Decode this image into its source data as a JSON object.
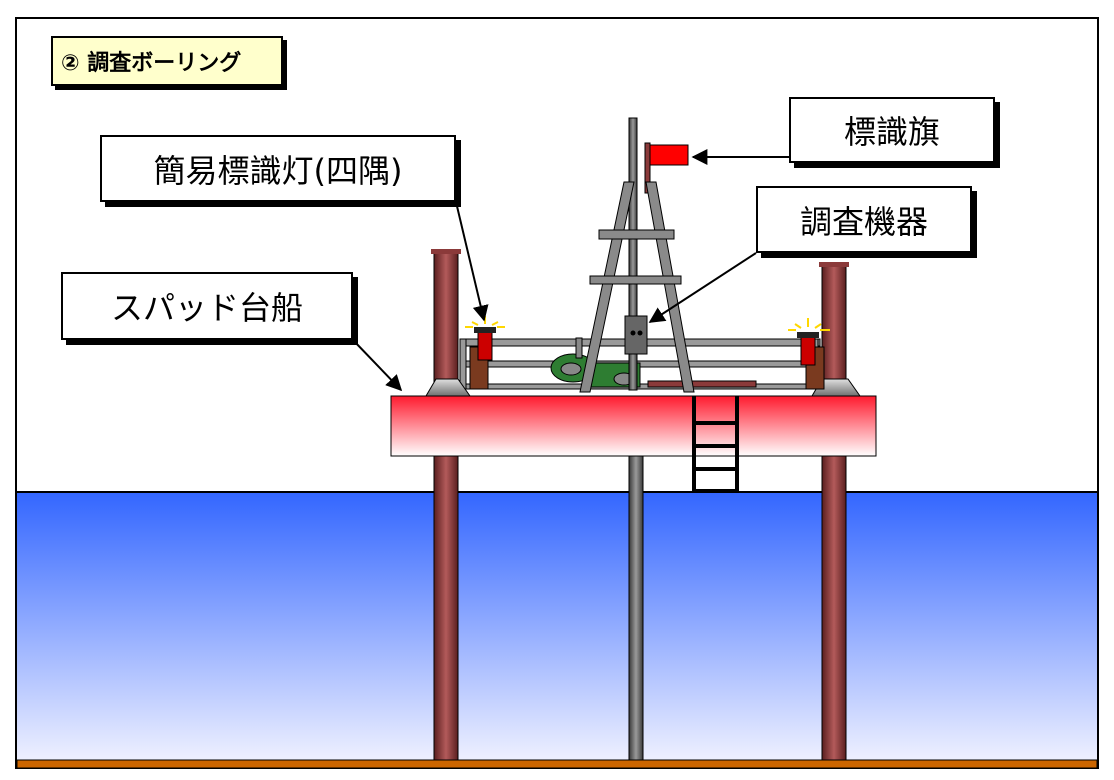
{
  "title": "② 調査ボーリング",
  "labels": {
    "flag": "標識旗",
    "light": "簡易標識灯(四隅)",
    "equipment": "調査機器",
    "barge": "スパッド台船"
  },
  "colors": {
    "sky": "#ffffff",
    "water_top": "#3366ff",
    "water_bottom": "#e8ecff",
    "seabed": "#cc6600",
    "spud": "#8b3a3a",
    "hull_top": "#ff1a2e",
    "hull_bottom": "#ffffff",
    "flag": "#ff0000",
    "tower": "#707070",
    "title_bg": "#ffffcc"
  }
}
